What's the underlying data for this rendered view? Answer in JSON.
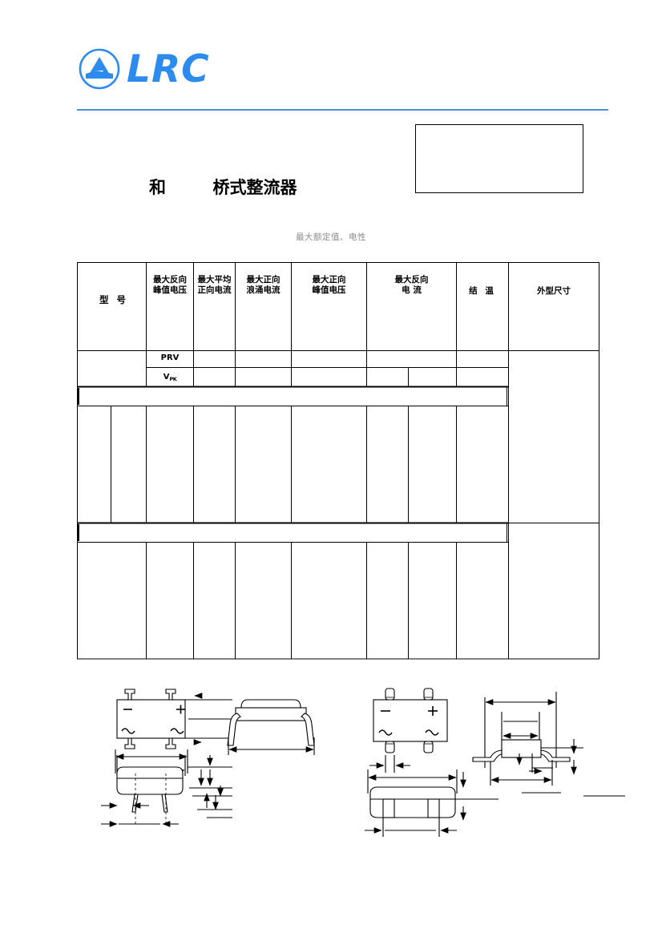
{
  "brand": {
    "logo_icon": "lrc-mountain-logo-icon",
    "name": "LRC",
    "color": "#2e8bee"
  },
  "header": {
    "rule_color": "#4a90d9"
  },
  "title": {
    "text": "和        桥式整流器",
    "part_box_value": ""
  },
  "subtitle": {
    "text": "最大额定值、电性",
    "color": "#8a8a8a"
  },
  "table": {
    "headers": [
      {
        "label": "型   号",
        "key": "model"
      },
      {
        "label": "最大反向\n峰值电压",
        "key": "max-reverse-peak-voltage"
      },
      {
        "label": "最大平均\n正向电流",
        "key": "max-average-forward-current"
      },
      {
        "label": "最大正向\n浪涌电流",
        "key": "max-forward-surge-current"
      },
      {
        "label": "最大正向\n峰值电压",
        "key": "max-forward-peak-voltage"
      },
      {
        "label": "最大反向\n电   流",
        "key": "max-reverse-current"
      },
      {
        "label": "结   温",
        "key": "junction-temperature"
      },
      {
        "label": "外型尺寸",
        "key": "package-dimensions"
      }
    ],
    "symbol_rows": [
      {
        "label": "PRV"
      },
      {
        "label": "V",
        "sub": "PK"
      }
    ],
    "rows": [
      {
        "cells": [
          "",
          "",
          "",
          "",
          "",
          "",
          "",
          ""
        ]
      },
      {
        "cells": [
          "",
          "",
          "",
          "",
          "",
          "",
          "",
          ""
        ]
      },
      {
        "cells": [
          "",
          "",
          "",
          "",
          "",
          "",
          "",
          ""
        ]
      }
    ]
  },
  "drawings": [
    {
      "name": "through-hole-package-top-view",
      "terminals": [
        "−",
        "+",
        "~",
        "~"
      ]
    },
    {
      "name": "through-hole-package-side-view",
      "terminals": []
    },
    {
      "name": "through-hole-package-front-view",
      "terminals": []
    },
    {
      "name": "smd-package-top-view",
      "terminals": [
        "−",
        "+",
        "~",
        "~"
      ]
    },
    {
      "name": "smd-package-side-profile-view",
      "terminals": []
    },
    {
      "name": "smd-package-front-view",
      "terminals": []
    }
  ]
}
